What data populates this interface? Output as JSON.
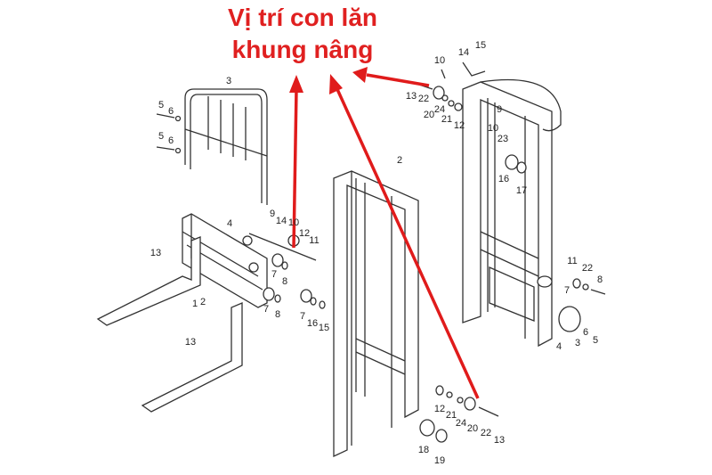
{
  "title": {
    "line1": "Vị trí con lăn",
    "line2": "khung nâng",
    "color": "#e01b1b"
  },
  "labels": [
    "3",
    "5",
    "6",
    "5",
    "6",
    "4",
    "9",
    "14",
    "10",
    "12",
    "11",
    "13",
    "7",
    "8",
    "1",
    "2",
    "7",
    "8",
    "7",
    "16",
    "15",
    "13",
    "2",
    "12",
    "21",
    "24",
    "20",
    "22",
    "13",
    "18",
    "19",
    "14",
    "15",
    "10",
    "13",
    "22",
    "20",
    "24",
    "21",
    "12",
    "9",
    "10",
    "23",
    "16",
    "17",
    "11",
    "22",
    "8",
    "7",
    "4",
    "3",
    "6",
    "5"
  ]
}
